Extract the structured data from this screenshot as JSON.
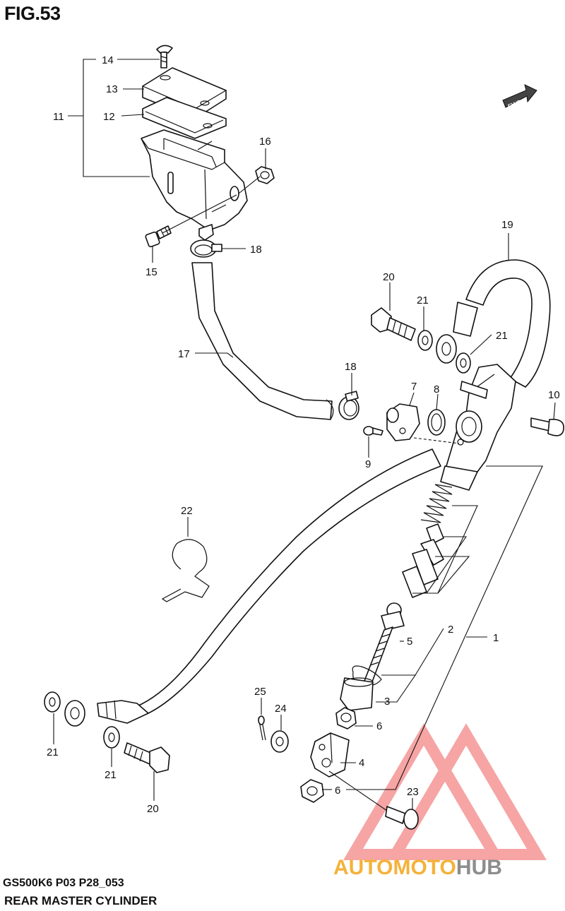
{
  "figure": {
    "title": "FIG.53",
    "code": "GS500K6 P03 P28_053",
    "caption": "REAR MASTER CYLINDER",
    "direction_badge": "FWD"
  },
  "callouts": [
    {
      "id": "c1",
      "text": "1"
    },
    {
      "id": "c2",
      "text": "2"
    },
    {
      "id": "c3",
      "text": "3"
    },
    {
      "id": "c4",
      "text": "4"
    },
    {
      "id": "c5",
      "text": "5"
    },
    {
      "id": "c6a",
      "text": "6"
    },
    {
      "id": "c6b",
      "text": "6"
    },
    {
      "id": "c7",
      "text": "7"
    },
    {
      "id": "c8",
      "text": "8"
    },
    {
      "id": "c9",
      "text": "9"
    },
    {
      "id": "c10",
      "text": "10"
    },
    {
      "id": "c11",
      "text": "11"
    },
    {
      "id": "c12",
      "text": "12"
    },
    {
      "id": "c13",
      "text": "13"
    },
    {
      "id": "c14",
      "text": "14"
    },
    {
      "id": "c15",
      "text": "15"
    },
    {
      "id": "c16",
      "text": "16"
    },
    {
      "id": "c17",
      "text": "17"
    },
    {
      "id": "c18a",
      "text": "18"
    },
    {
      "id": "c18b",
      "text": "18"
    },
    {
      "id": "c19",
      "text": "19"
    },
    {
      "id": "c20a",
      "text": "20"
    },
    {
      "id": "c20b",
      "text": "20"
    },
    {
      "id": "c21a",
      "text": "21"
    },
    {
      "id": "c21b",
      "text": "21"
    },
    {
      "id": "c21c",
      "text": "21"
    },
    {
      "id": "c21d",
      "text": "21"
    },
    {
      "id": "c22",
      "text": "22"
    },
    {
      "id": "c23",
      "text": "23"
    },
    {
      "id": "c24",
      "text": "24"
    },
    {
      "id": "c25",
      "text": "25"
    }
  ],
  "watermark": {
    "part1": "AUTOMOTO",
    "part2": "HUB",
    "color1": "#f5b23a",
    "color2": "#8d8d8d",
    "logo_color": "#ef5b5b"
  }
}
